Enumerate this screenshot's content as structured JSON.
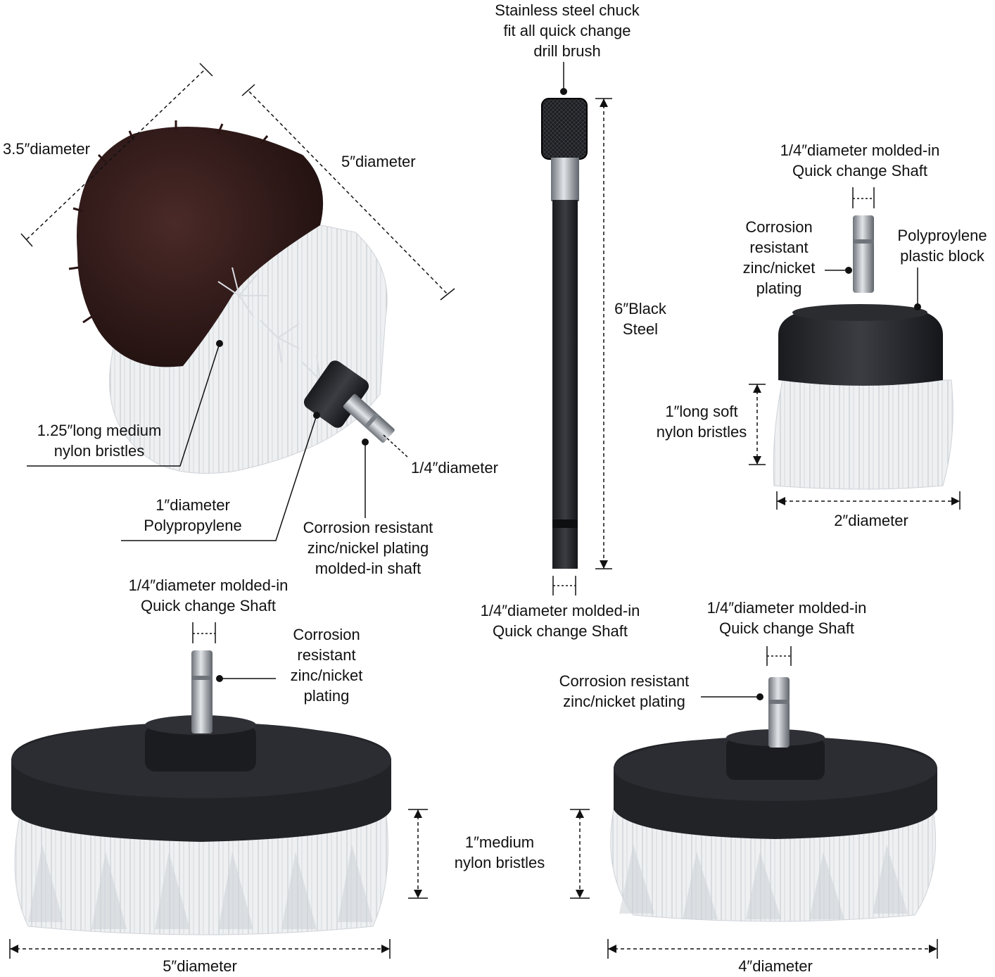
{
  "labels": {
    "scrubber": {
      "diameter_a": "3.5″diameter",
      "diameter_b": "5″diameter",
      "bristles": "1.25″long medium\nnylon bristles",
      "block": "1″diameter\nPolypropylene",
      "shaft": "Corrosion resistant\nzinc/nickel plating\nmolded-in shaft",
      "shank": "1/4″diameter"
    },
    "extension": {
      "chuck": "Stainless steel chuck\nfit all quick change\ndrill brush",
      "length": "6″Black\nSteel",
      "shaft": "1/4″diameter molded-in\nQuick change Shaft"
    },
    "small_brush": {
      "shaft": "1/4″diameter molded-in\nQuick change Shaft",
      "plating": "Corrosion\nresistant\nzinc/nicket\nplating",
      "block": "Polyproylene\nplastic block",
      "bristles": "1″long soft\nnylon bristles",
      "diameter": "2″diameter"
    },
    "large_brush": {
      "shaft": "1/4″diameter molded-in\nQuick change Shaft",
      "plating": "Corrosion\nresistant\nzinc/nicket\nplating",
      "diameter": "5″diameter"
    },
    "bristle_height": "1″medium\nnylon bristles",
    "medium_brush": {
      "shaft": "1/4″diameter molded-in\nQuick change Shaft",
      "plating": "Corrosion resistant\nzinc/nicket plating",
      "diameter": "4″diameter"
    }
  },
  "colors": {
    "background": "#ffffff",
    "brush_body": "#26272b",
    "bristle_white": "#eceff2",
    "bristle_dark": "#3a1f1e",
    "steel": "#9fa4aa",
    "line": "#111111"
  }
}
